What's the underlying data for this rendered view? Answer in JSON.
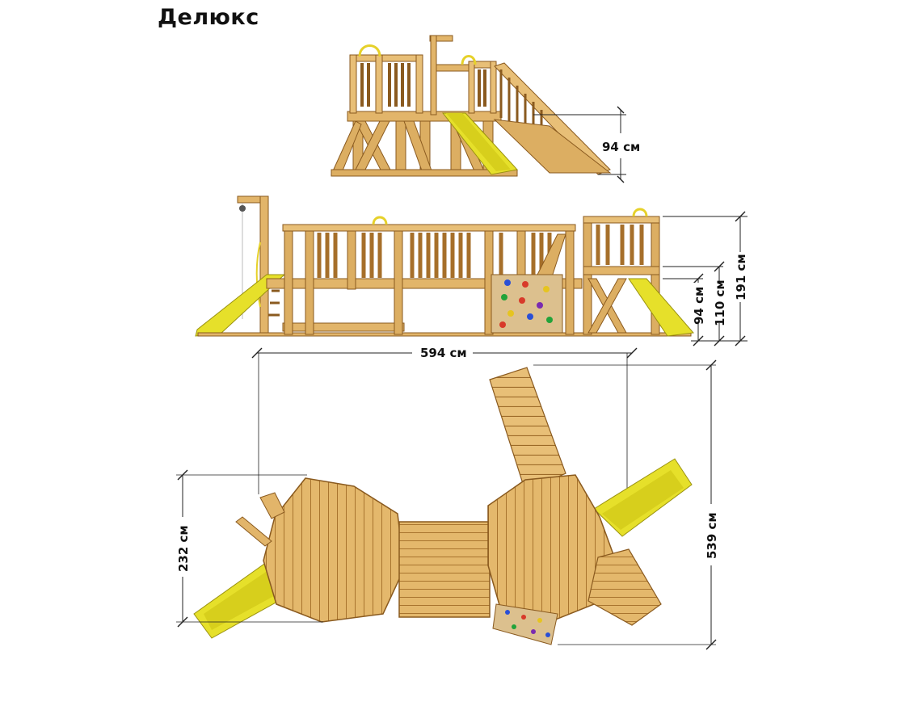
{
  "title": "Делюкс",
  "dimensions": {
    "side_platform_height": "94 см",
    "front_platform_height": "94 см",
    "front_height_mid": "110 см",
    "front_height_total": "191 см",
    "total_length": "594 см",
    "top_width": "232 см",
    "top_depth": "539 см"
  },
  "colors": {
    "wood": "#e2b56a",
    "wood_dark": "#b07b33",
    "wood_light": "#f0cc8a",
    "slide": "#e6e02a",
    "slide_dark": "#b8b015",
    "climb_wall": "#dcc08e",
    "dim_line": "#222222"
  }
}
